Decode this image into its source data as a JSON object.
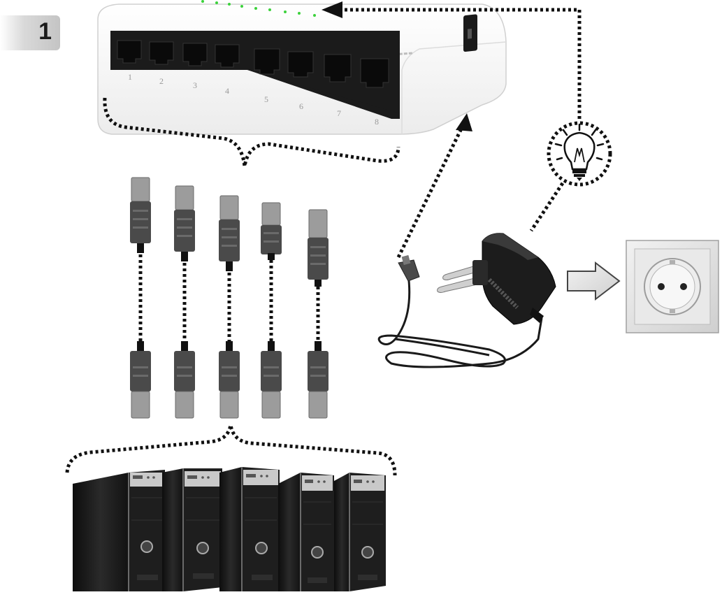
{
  "step_number": "1",
  "switch": {
    "port_labels": [
      "1",
      "2",
      "3",
      "4",
      "5",
      "6",
      "7",
      "8"
    ],
    "led_color": "#3cd23c"
  },
  "colors": {
    "dotted_line": "#111111",
    "device_dark": "#1c1c1c",
    "arrow_fill": "#e6e6e6"
  },
  "icons": [
    "network-switch",
    "ethernet-cable",
    "power-adapter",
    "wall-socket",
    "light-bulb-icon",
    "arrow-right-icon",
    "computer-tower"
  ],
  "counts": {
    "cables": 5,
    "computers": 5
  }
}
